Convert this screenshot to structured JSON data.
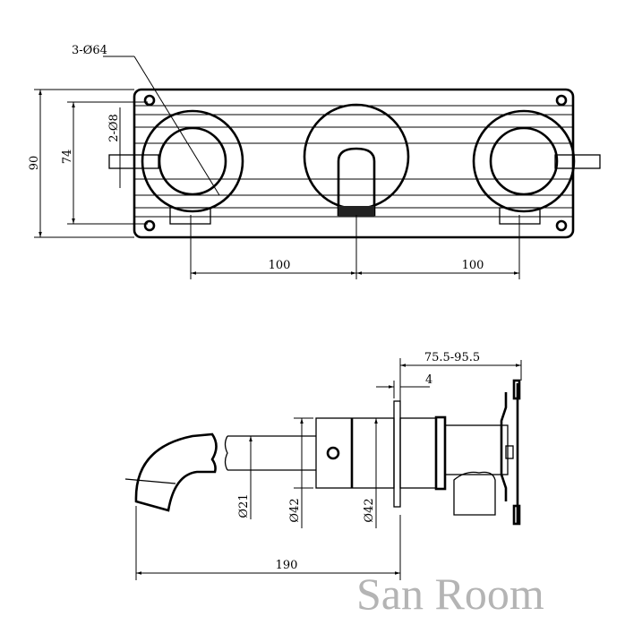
{
  "front_view": {
    "dims": {
      "holes": "3-Ø64",
      "pins": "2-Ø8",
      "height_outer": "90",
      "height_inner": "74",
      "spacing_left": "100",
      "spacing_right": "100"
    }
  },
  "side_view": {
    "dims": {
      "wall_range": "75.5-95.5",
      "flange": "4",
      "spout_dia": "Ø21",
      "body_dia_1": "Ø42",
      "body_dia_2": "Ø42",
      "spout_length": "190"
    }
  },
  "watermark": "San Room"
}
